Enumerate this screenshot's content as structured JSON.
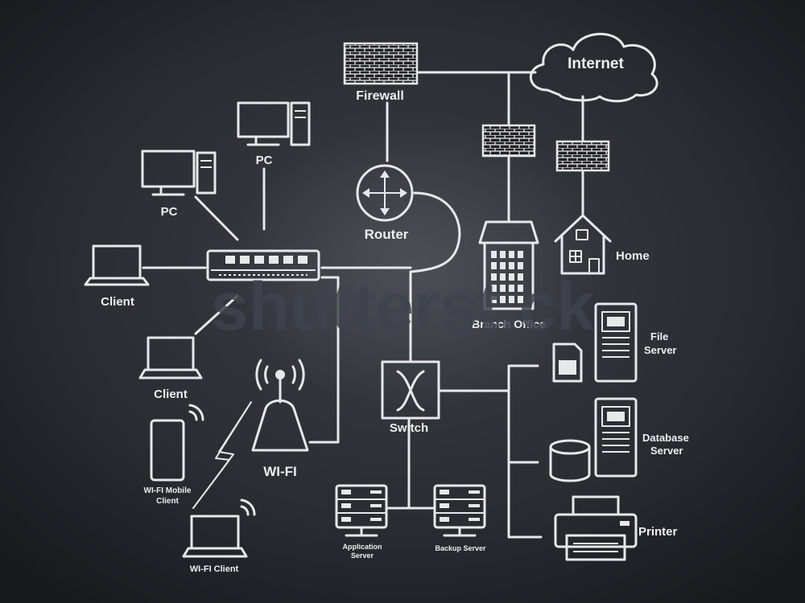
{
  "watermark": "shutterst.ck",
  "nodes": {
    "internet": "Internet",
    "firewall": "Firewall",
    "router": "Router",
    "home": "Home",
    "branch_office": "Branch Office",
    "pc_top": "PC",
    "pc_left": "PC",
    "client_hub": "Client",
    "client_lower": "Client",
    "wifi": "WI-FI",
    "wifi_mobile_l1": "WI-FI Mobile",
    "wifi_mobile_l2": "Client",
    "wifi_client": "WI-FI Client",
    "switch": "Switch",
    "file_server_l1": "File",
    "file_server_l2": "Server",
    "database_server_l1": "Database",
    "database_server_l2": "Server",
    "printer": "Printer",
    "application_server_l1": "Application",
    "application_server_l2": "Server",
    "backup_server": "Backup Server"
  },
  "colors": {
    "background": "#1d1f24",
    "line": "#e6e8ea"
  }
}
